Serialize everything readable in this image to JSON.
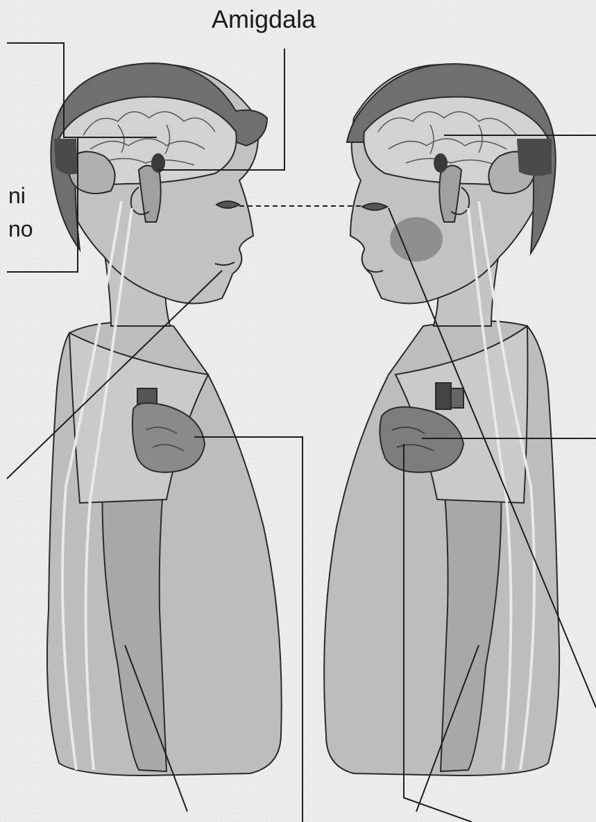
{
  "diagram": {
    "labels": {
      "amigdala": "Amigdala",
      "left_partial_line1": "ni",
      "left_partial_line2": "no"
    },
    "figures": [
      "left-child-profile",
      "right-child-profile"
    ],
    "colors": {
      "paper": "#ececea",
      "skin": "#b9b9b9",
      "hair": "#6f6f6f",
      "brain": "#cfcfcf",
      "heart": "#7d7d7d",
      "cheek": "#8f8f8f",
      "line": "#222222"
    }
  }
}
